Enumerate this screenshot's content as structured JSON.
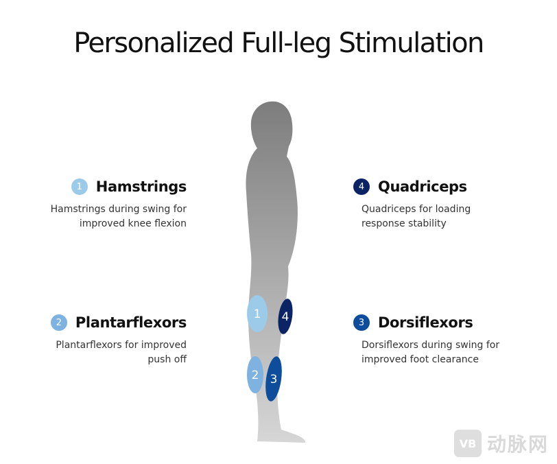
{
  "title": "Personalized Full-leg Stimulation",
  "colors": {
    "hamstrings": "#9ccbe9",
    "plantarflexors": "#7eb2e0",
    "dorsiflexors": "#0e4d9c",
    "quadriceps": "#0a2466",
    "silhouette_top": "#7d7d7d",
    "silhouette_bottom": "#d6d6d6"
  },
  "muscles": {
    "hamstrings": {
      "number": "1",
      "name": "Hamstrings",
      "description": "Hamstrings during swing for improved knee flexion"
    },
    "plantarflexors": {
      "number": "2",
      "name": "Plantarflexors",
      "description": "Plantarflexors for improved push off"
    },
    "quadriceps": {
      "number": "4",
      "name": "Quadriceps",
      "description": "Quadriceps for loading response stability"
    },
    "dorsiflexors": {
      "number": "3",
      "name": "Dorsiflexors",
      "description": "Dorsiflexors during swing for improved foot clearance"
    }
  },
  "watermark": {
    "logo": "VB",
    "text": "动脉网"
  }
}
